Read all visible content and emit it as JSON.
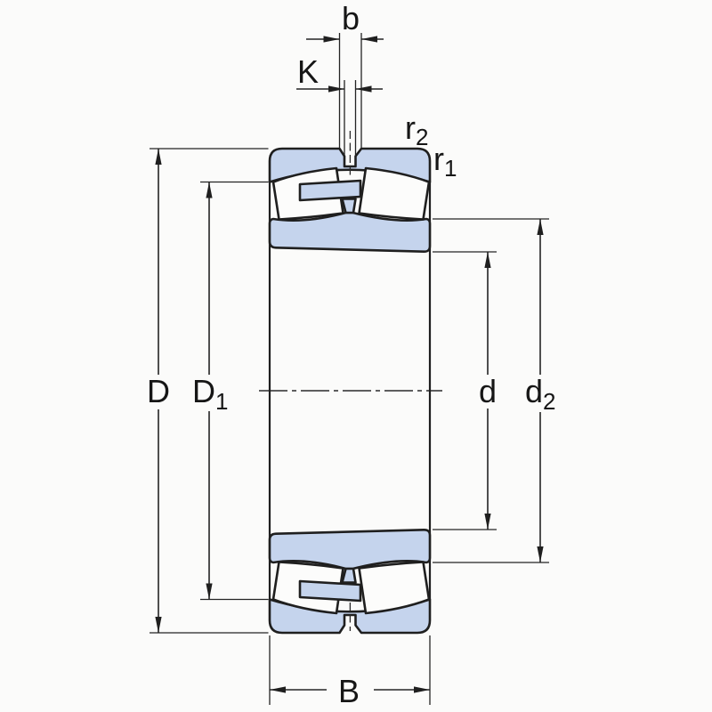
{
  "diagram": {
    "type": "spherical-roller-bearing-cross-section",
    "labels": {
      "groove_width": "b",
      "hole_diameter": "K",
      "chamfer_outer_base": "r",
      "chamfer_outer_sub": "2",
      "chamfer_inner_base": "r",
      "chamfer_inner_sub": "1",
      "outside_diameter": "D",
      "outer_shoulder_base": "D",
      "outer_shoulder_sub": "1",
      "bore_diameter": "d",
      "inner_shoulder_base": "d",
      "inner_shoulder_sub": "2",
      "width": "B"
    },
    "colors": {
      "ring_fill": "#c5d4ed",
      "line": "#1f1f1f",
      "background": "#fbfbfa"
    }
  }
}
